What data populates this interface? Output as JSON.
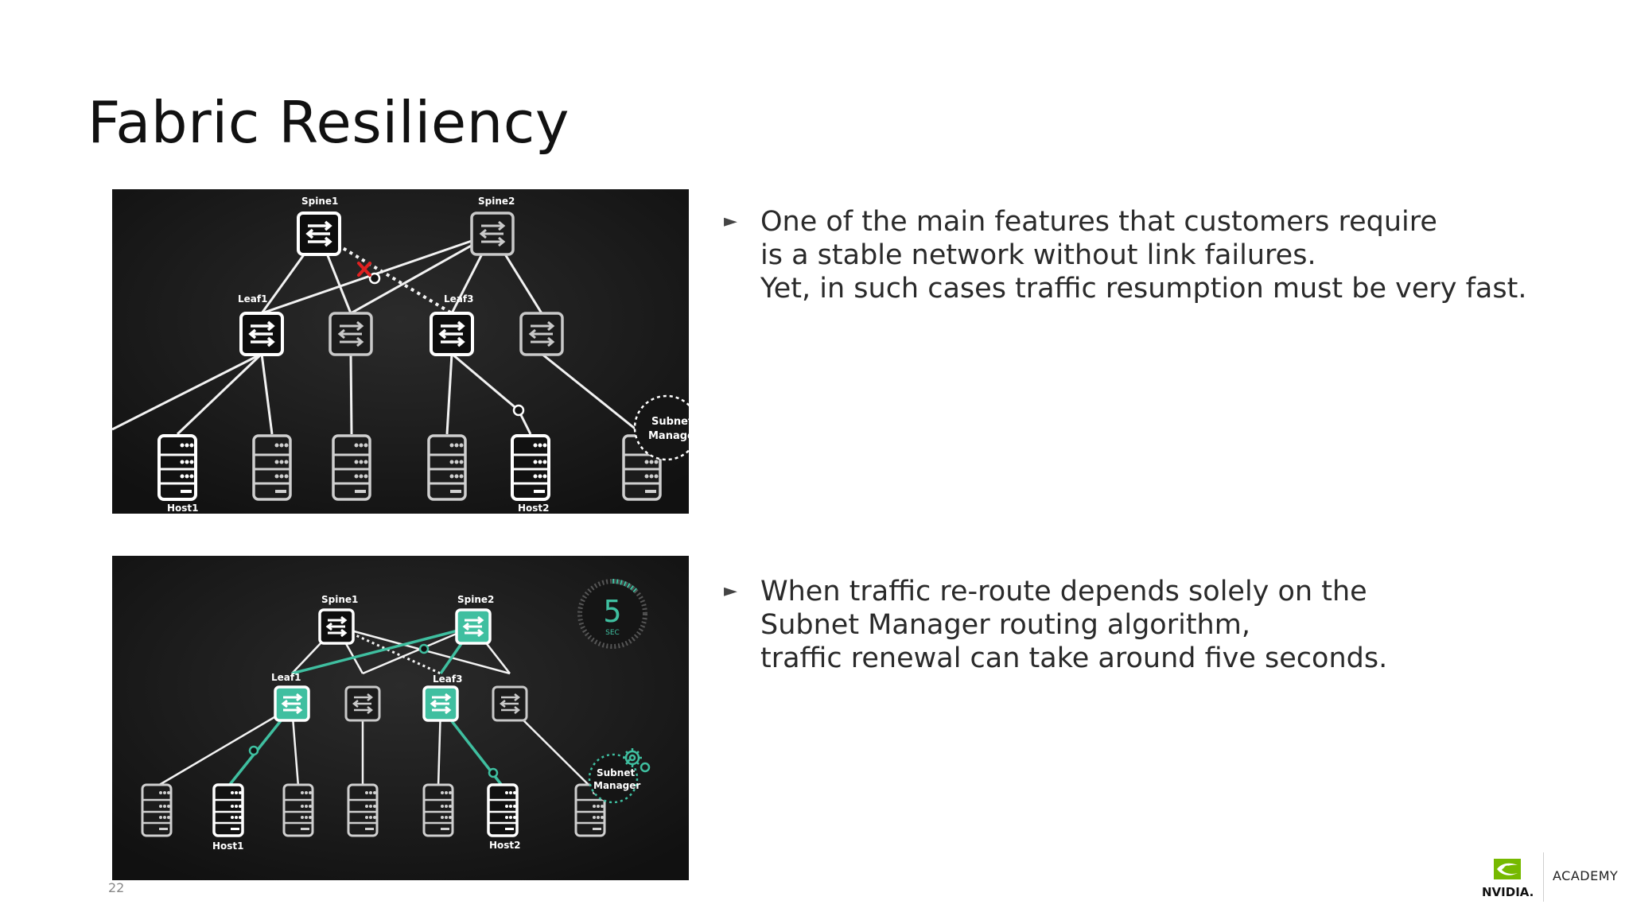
{
  "slide": {
    "title": "Fabric Resiliency",
    "page_number": "22"
  },
  "diagram_top": {
    "spine_labels": [
      "Spine1",
      "Spine2"
    ],
    "leaf_labels": [
      "Leaf1",
      "Leaf3"
    ],
    "host_labels": [
      "Host1",
      "Host2"
    ],
    "subnet_manager_label": [
      "Subnet",
      "Manage"
    ]
  },
  "diagram_bottom": {
    "spine_labels": [
      "Spine1",
      "Spine2"
    ],
    "leaf_labels": [
      "Leaf1",
      "Leaf3"
    ],
    "host_labels": [
      "Host1",
      "Host2"
    ],
    "subnet_manager_label": [
      "Subnet",
      "Manager"
    ],
    "timer_value": "5",
    "timer_unit": "SEC"
  },
  "bullets": [
    {
      "lines": [
        "One of the main features that customers require",
        "is a stable network without link failures.",
        "Yet, in such cases traffic resumption must be very fast."
      ]
    },
    {
      "lines": [
        "When traffic re-route depends solely on the",
        "Subnet Manager routing algorithm,",
        "traffic renewal can take around five seconds."
      ]
    }
  ],
  "footer": {
    "brand": "NVIDIA.",
    "academy": "ACADEMY"
  },
  "colors": {
    "teal": "#3fbfa0",
    "red": "#e02020",
    "nvidia_green": "#76b900"
  }
}
